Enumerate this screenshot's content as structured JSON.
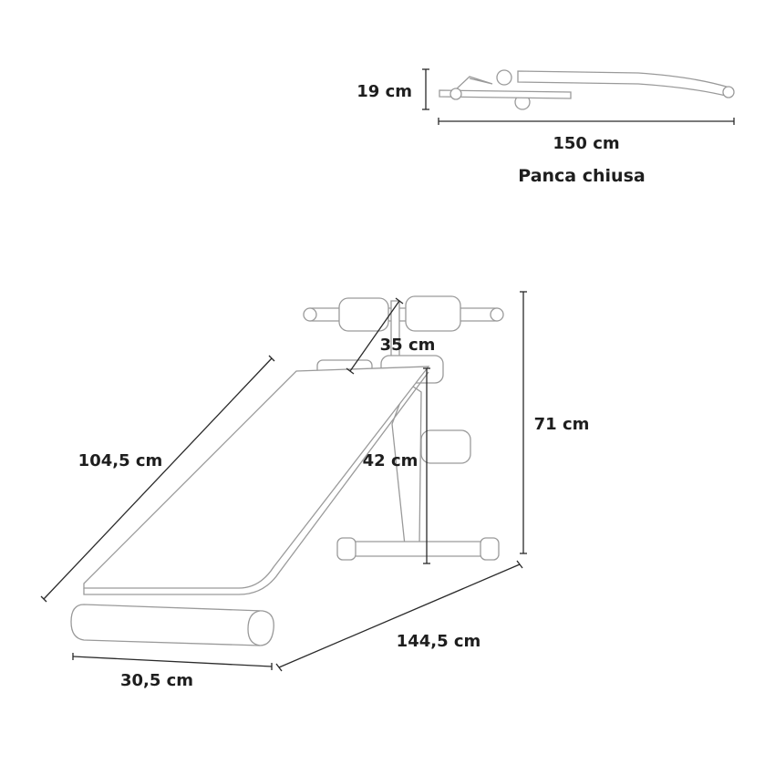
{
  "closed_view": {
    "height_label": "19 cm",
    "length_label": "150 cm",
    "caption": "Panca chiusa"
  },
  "open_view": {
    "backrest_length_label": "104,5 cm",
    "top_depth_label": "35 cm",
    "seat_height_label": "42 cm",
    "total_height_label": "71 cm",
    "total_length_label": "144,5 cm",
    "width_label": "30,5 cm"
  },
  "colors": {
    "text": "#1e1e1e",
    "dimension_line": "#2a2a2a",
    "outline": "#9a9a9a"
  }
}
